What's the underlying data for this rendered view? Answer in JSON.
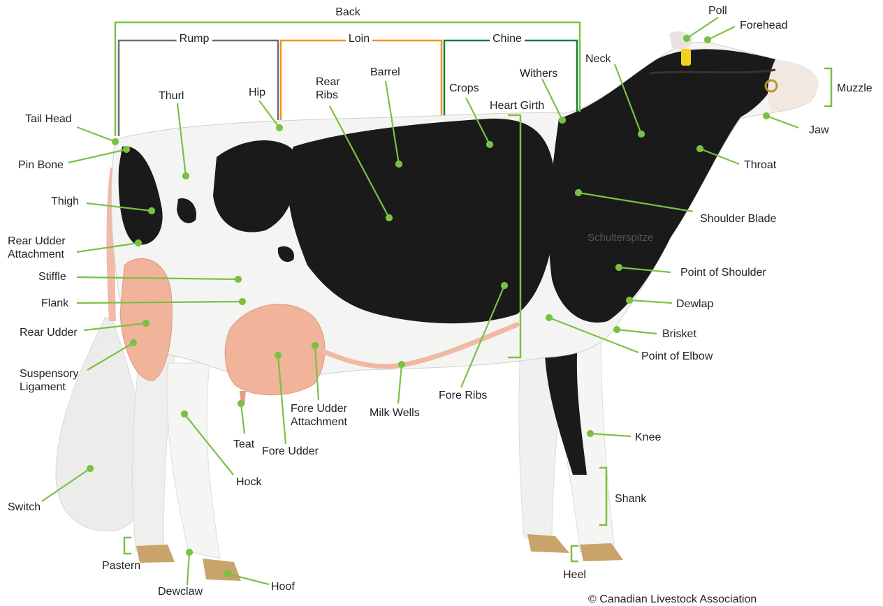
{
  "colors": {
    "leader": "#7ac143",
    "back_bracket": "#7ac143",
    "rump_bracket": "#6d6e71",
    "loin_bracket": "#f7941d",
    "chine_bracket": "#1b7a43",
    "black_coat": "#1a1a1a",
    "white_coat": "#f4f4f2",
    "udder": "#f1b39a",
    "hoof": "#c9a46a",
    "ear_tag": "#f2d21e"
  },
  "brackets": {
    "back": "Back",
    "rump": "Rump",
    "loin": "Loin",
    "chine": "Chine"
  },
  "labels": {
    "poll": "Poll",
    "forehead": "Forehead",
    "neck": "Neck",
    "withers": "Withers",
    "muzzle": "Muzzle",
    "jaw": "Jaw",
    "throat": "Throat",
    "shoulder_blade": "Shoulder Blade",
    "point_of_shoulder": "Point of Shoulder",
    "dewlap": "Dewlap",
    "brisket": "Brisket",
    "point_of_elbow": "Point of Elbow",
    "knee": "Knee",
    "shank": "Shank",
    "heel": "Heel",
    "hoof": "Hoof",
    "dewclaw": "Dewclaw",
    "pastern": "Pastern",
    "switch": "Switch",
    "hock": "Hock",
    "teat": "Teat",
    "fore_udder": "Fore Udder",
    "fore_udder_attachment": "Fore Udder Attachment",
    "milk_wells": "Milk Wells",
    "fore_ribs": "Fore Ribs",
    "heart_girth": "Heart Girth",
    "crops": "Crops",
    "barrel": "Barrel",
    "rear_ribs": "Rear Ribs",
    "hip": "Hip",
    "thurl": "Thurl",
    "tail_head": "Tail Head",
    "pin_bone": "Pin Bone",
    "thigh": "Thigh",
    "rear_udder_attachment": "Rear Udder Attachment",
    "stiffle": "Stiffle",
    "flank": "Flank",
    "rear_udder": "Rear Udder",
    "suspensory_ligament": "Suspensory Ligament"
  },
  "ghost_text": "Schulterspitze",
  "copyright": "© Canadian Livestock Association"
}
